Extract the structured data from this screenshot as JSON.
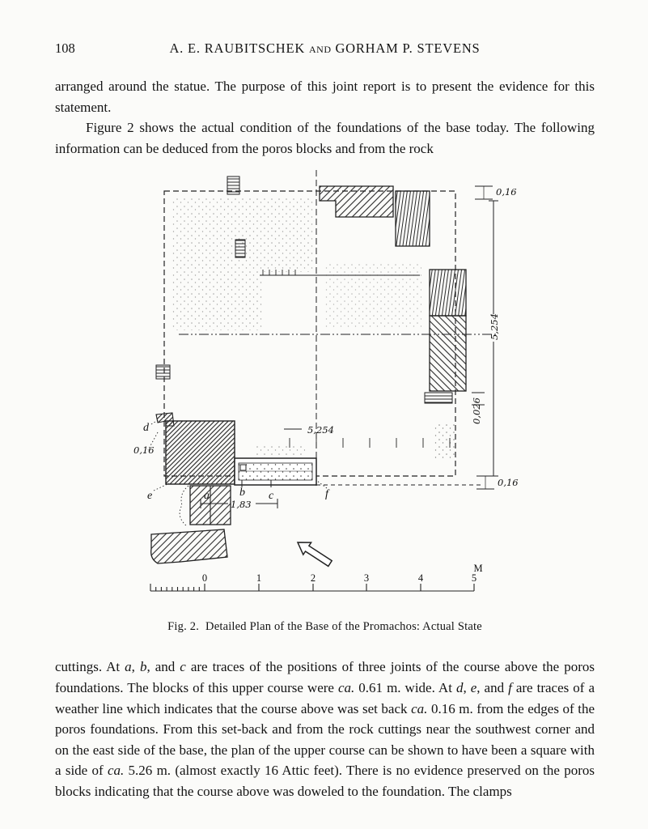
{
  "page": {
    "number": "108",
    "header": {
      "author_left": "A. E. RAUBITSCHEK",
      "conjunction": "and",
      "author_right": "GORHAM P. STEVENS"
    }
  },
  "paragraphs": {
    "p1": [
      {
        "t": "arranged around the statue. The purpose of this joint report is to present the evidence for this statement."
      }
    ],
    "p2": [
      {
        "t": "Figure 2 shows the actual condition of the foundations of the base today. The following information can be deduced from the poros blocks and from the rock"
      }
    ],
    "p3": [
      {
        "t": "cuttings. At "
      },
      {
        "t": "a",
        "i": true
      },
      {
        "t": ", "
      },
      {
        "t": "b",
        "i": true
      },
      {
        "t": ", and "
      },
      {
        "t": "c",
        "i": true
      },
      {
        "t": " are traces of the positions of three joints of the course above the poros foundations. The blocks of this upper course were "
      },
      {
        "t": "ca.",
        "i": true
      },
      {
        "t": " 0.61 m. wide. At "
      },
      {
        "t": "d",
        "i": true
      },
      {
        "t": ", "
      },
      {
        "t": "e",
        "i": true
      },
      {
        "t": ", and "
      },
      {
        "t": "f",
        "i": true
      },
      {
        "t": " are traces of a weather line which indicates that the course above was set back "
      },
      {
        "t": "ca.",
        "i": true
      },
      {
        "t": " 0.16 m. from the edges of the poros foundations. From this set-back and from the rock cuttings near the southwest corner and on the east side of the base, the plan of the upper course can be shown to have been a square with a side of "
      },
      {
        "t": "ca.",
        "i": true
      },
      {
        "t": " 5.26 m. (almost exactly 16 Attic feet). There is no evidence preserved on the poros blocks indicating that the course above was doweled to the foundation. The clamps"
      }
    ]
  },
  "figure": {
    "caption_label": "Fig. 2.",
    "caption_text": "Detailed Plan of the Base of the Promachos: Actual State",
    "labels": {
      "dim_top_right": "0,16",
      "dim_right": "5,254",
      "dim_right_small": "0,026",
      "dim_bottom_right": "0,16",
      "dim_center": "5,254",
      "dim_left": "0,16",
      "dim_width": "1,83",
      "letter_d": "d",
      "letter_e": "e",
      "letter_a": "a",
      "letter_b": "b",
      "letter_c": "c",
      "letter_f": "f",
      "scale_unit": "M",
      "scale_ticks": [
        "0",
        "1",
        "2",
        "3",
        "4",
        "5"
      ]
    }
  }
}
